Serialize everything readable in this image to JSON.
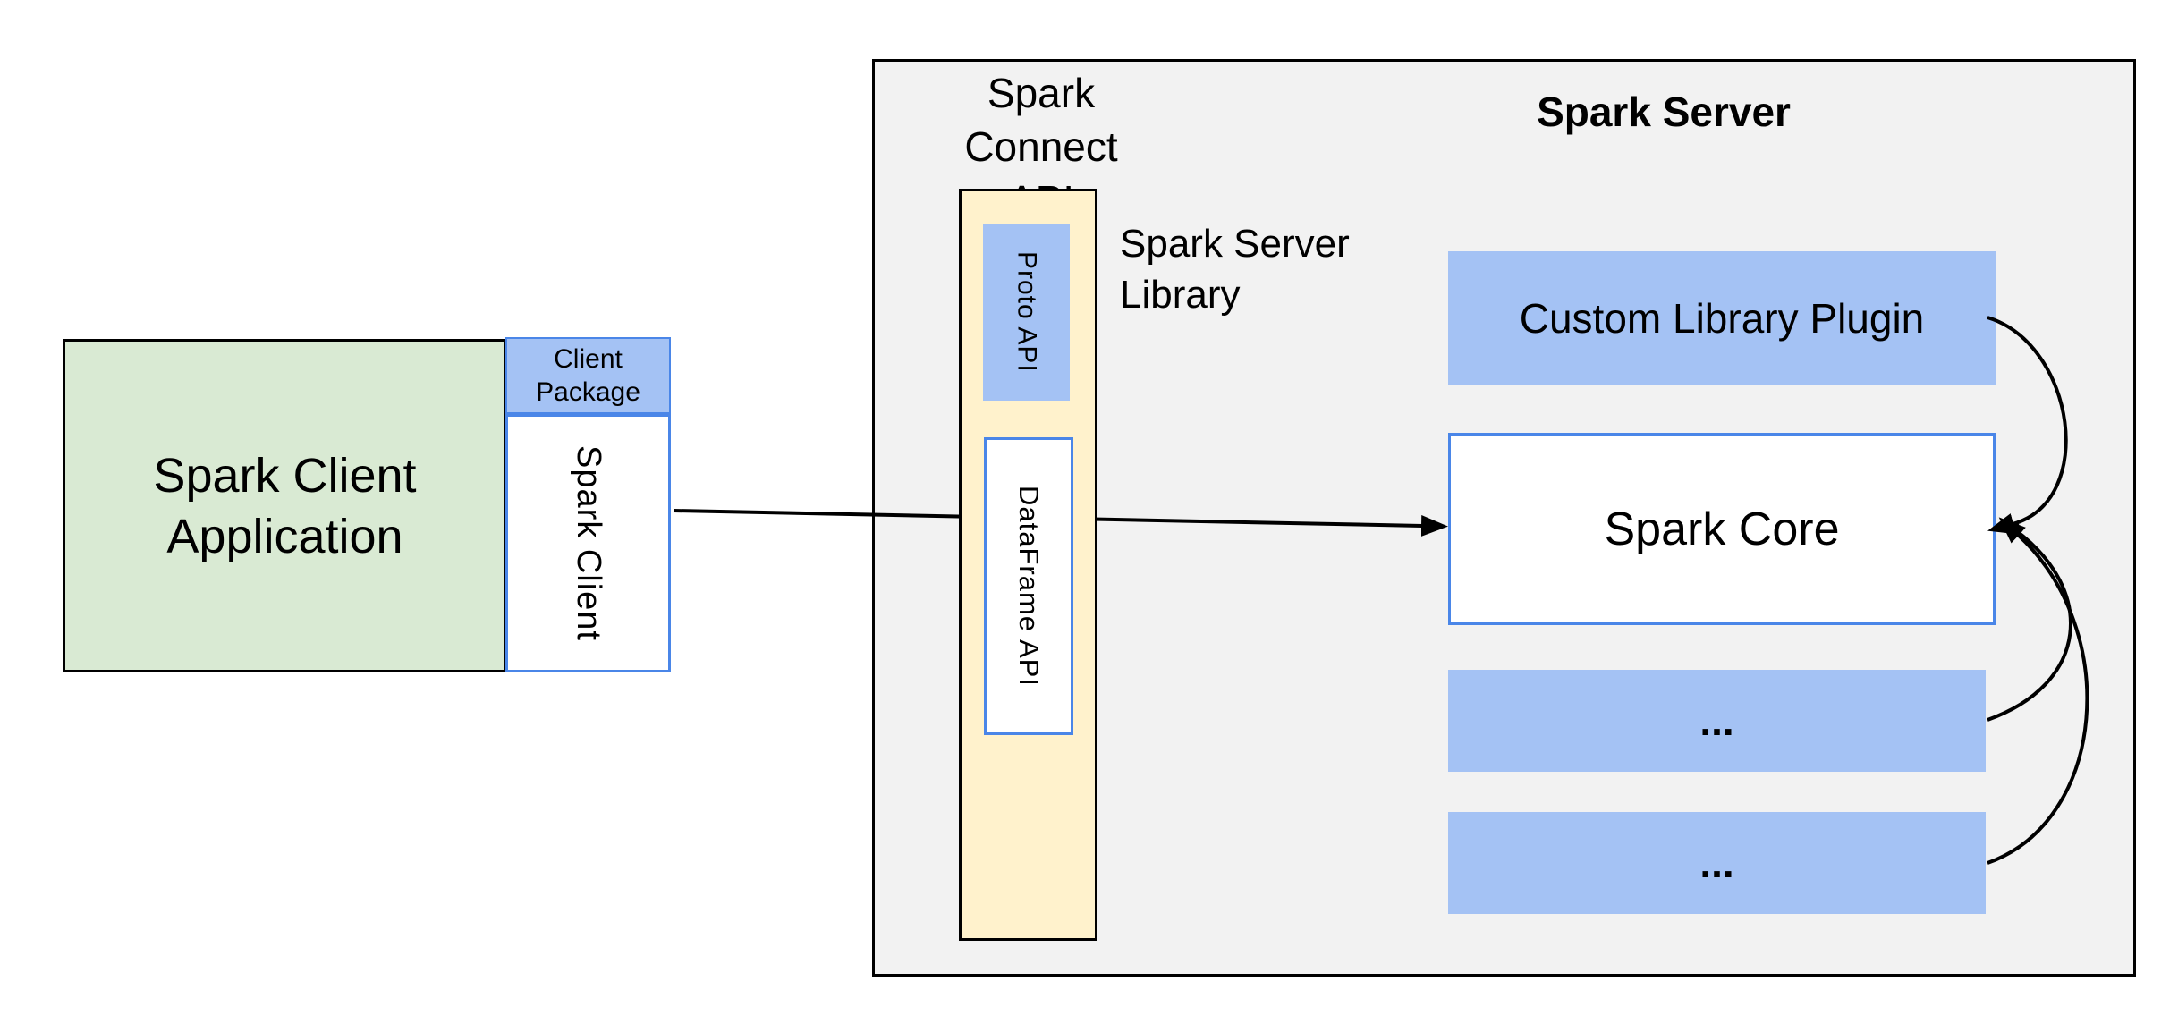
{
  "diagram": {
    "client": {
      "application_label": "Spark Client\nApplication",
      "package_label": "Client\nPackage",
      "spark_client_label": "Spark Client"
    },
    "connect_api": {
      "title": "Spark Connect\nAPI",
      "proto_api_label": "Proto API",
      "dataframe_api_label": "DataFrame API",
      "server_library_label": "Spark Server\nLibrary"
    },
    "server": {
      "title": "Spark Server",
      "custom_plugin_label": "Custom Library Plugin",
      "spark_core_label": "Spark Core",
      "more_plugins_top_label": "...",
      "more_plugins_bottom_label": "..."
    },
    "colors": {
      "blue_fill": "#a4c2f4",
      "blue_border": "#4a86e8",
      "green_fill": "#d9ead3",
      "yellow_fill": "#fff2cc",
      "server_frame_fill": "#f2f2f2",
      "line_color": "#000000"
    }
  }
}
